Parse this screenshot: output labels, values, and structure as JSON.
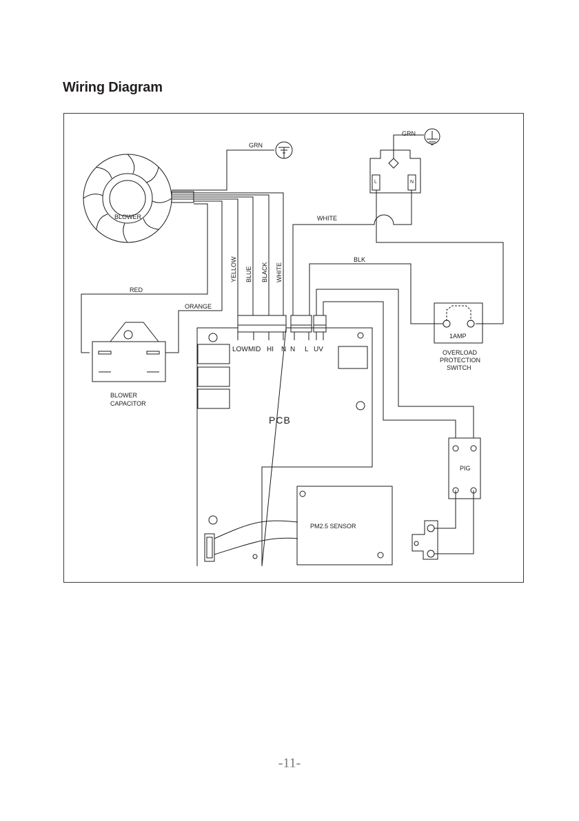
{
  "header": {
    "title": "Wiring Diagram"
  },
  "labels": {
    "blower": "BLOWER",
    "blower_capacitor_line1": "BLOWER",
    "blower_capacitor_line2": "CAPACITOR",
    "grn": "GRN",
    "white": "WHITE",
    "blk": "BLK",
    "red": "RED",
    "orange": "ORANGE",
    "yellow": "YELLOW",
    "blue": "BLUE",
    "black": "BLACK",
    "plug_l": "L",
    "plug_n": "N",
    "one_amp": "1AMP",
    "overload_line1": "OVERLOAD",
    "overload_line2": "PROTECTION",
    "overload_line3": "SWITCH",
    "pcb": "PCB",
    "pig": "PIG",
    "pm_sensor": "PM2.5 SENSOR",
    "pin_low": "LOW",
    "pin_mid": "MID",
    "pin_hi": "HI",
    "pin_n1": "N",
    "pin_n2": "N",
    "pin_l": "L",
    "pin_uv": "UV"
  },
  "footer": {
    "page_number": "-11-"
  }
}
